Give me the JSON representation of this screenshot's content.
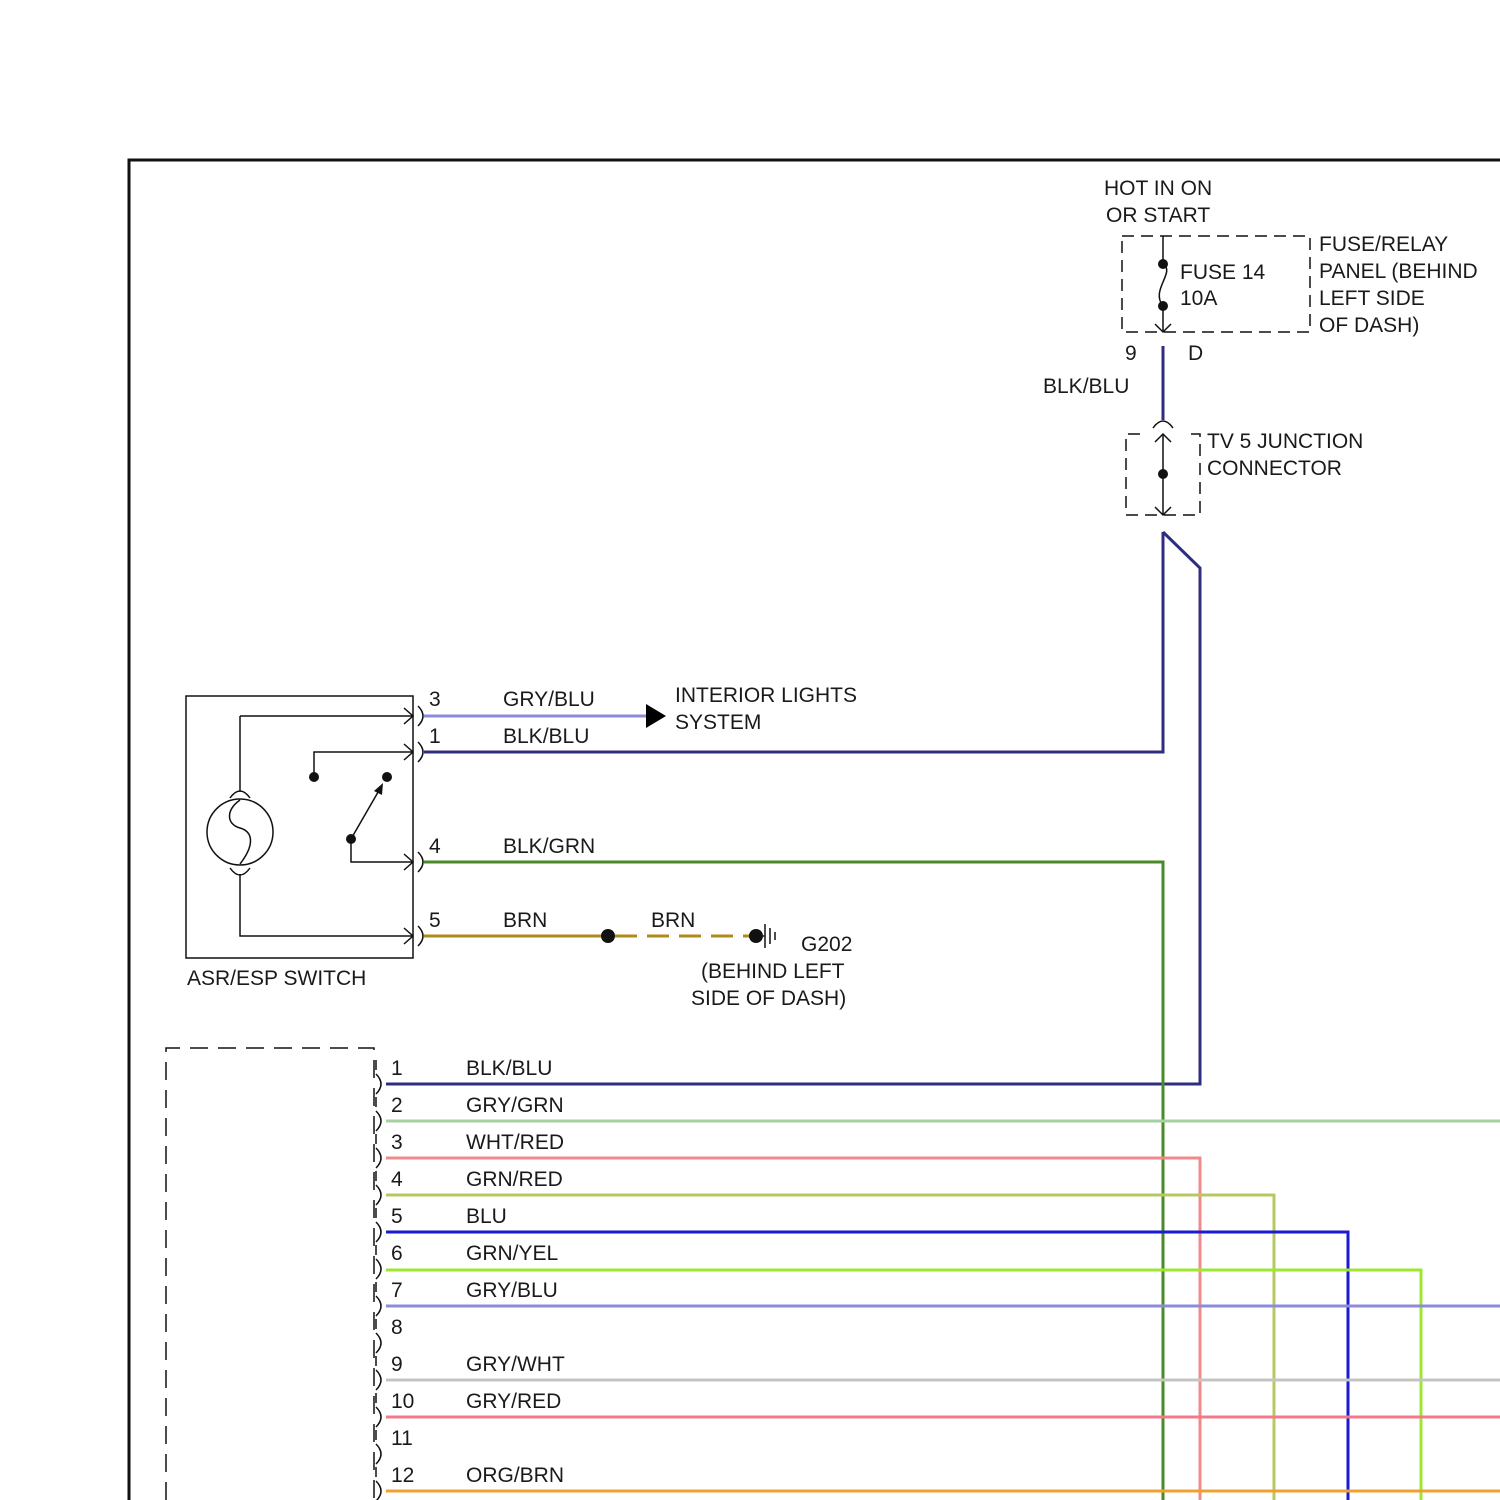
{
  "power": {
    "hot_line1": "HOT IN ON",
    "hot_line2": "OR START",
    "fuse_line1": "FUSE 14",
    "fuse_line2": "10A",
    "panel_line1": "FUSE/RELAY",
    "panel_line2": "PANEL (BEHIND",
    "panel_line3": "LEFT SIDE",
    "panel_line4": "OF DASH)",
    "pin_9": "9",
    "pin_d": "D",
    "wire_color": "BLK/BLU",
    "junction_line1": "TV 5 JUNCTION",
    "junction_line2": "CONNECTOR"
  },
  "switch": {
    "label": "ASR/ESP SWITCH",
    "pins": [
      {
        "pin": "3",
        "wire": "GRY/BLU"
      },
      {
        "pin": "1",
        "wire": "BLK/BLU"
      },
      {
        "pin": "4",
        "wire": "BLK/GRN"
      },
      {
        "pin": "5",
        "wire": "BRN"
      }
    ],
    "interior_line1": "INTERIOR LIGHTS",
    "interior_line2": "SYSTEM",
    "ground_wire": "BRN",
    "ground_id": "G202",
    "ground_line2": "(BEHIND LEFT",
    "ground_line3": "SIDE OF DASH)"
  },
  "connector": {
    "pins": [
      {
        "pin": "1",
        "wire": "BLK/BLU",
        "color": "#2e2e80"
      },
      {
        "pin": "2",
        "wire": "GRY/GRN",
        "color": "#a8cfa0"
      },
      {
        "pin": "3",
        "wire": "WHT/RED",
        "color": "#f08a8a"
      },
      {
        "pin": "4",
        "wire": "GRN/RED",
        "color": "#b8c860"
      },
      {
        "pin": "5",
        "wire": "BLU",
        "color": "#1a1ad0"
      },
      {
        "pin": "6",
        "wire": "GRN/YEL",
        "color": "#9ee632"
      },
      {
        "pin": "7",
        "wire": "GRY/BLU",
        "color": "#8c8cd8"
      },
      {
        "pin": "8",
        "wire": "",
        "color": ""
      },
      {
        "pin": "9",
        "wire": "GRY/WHT",
        "color": "#c4c4c4"
      },
      {
        "pin": "10",
        "wire": "GRY/RED",
        "color": "#f07a8a"
      },
      {
        "pin": "11",
        "wire": "",
        "color": ""
      },
      {
        "pin": "12",
        "wire": "ORG/BRN",
        "color": "#f0a030"
      }
    ]
  },
  "colors": {
    "blk_blu": "#2e2e80",
    "blk_grn": "#4a8a2a",
    "brn": "#b08a1a",
    "gry_blu": "#8c8cd8"
  }
}
